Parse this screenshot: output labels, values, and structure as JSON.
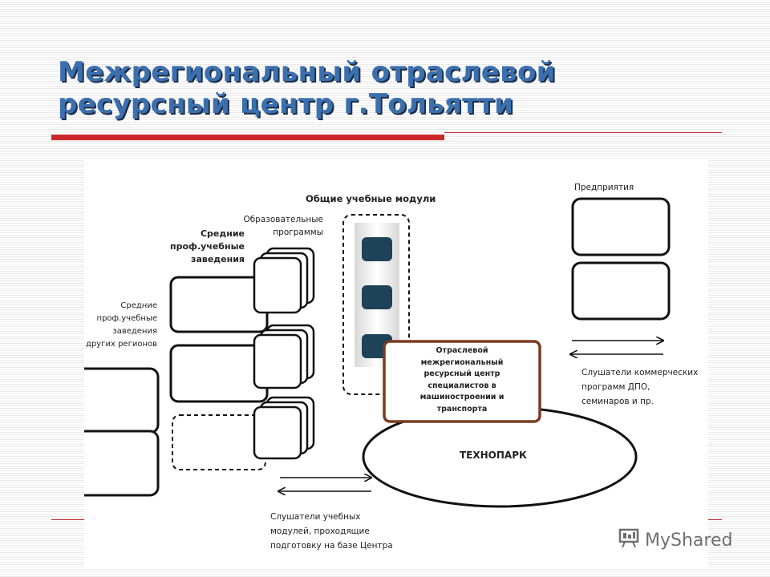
{
  "slide": {
    "title_line1": "Межрегиональный отраслевой",
    "title_line2": "ресурсный центр г.Тольятти"
  },
  "diagram": {
    "common_modules": "Общие учебные модули",
    "edu_programs_1": "Образовательные",
    "edu_programs_2": "программы",
    "spo_1": "Средние",
    "spo_2": "проф.учебные",
    "spo_3": "заведения",
    "spo_other_1": "Средние",
    "spo_other_2": "проф.учебные",
    "spo_other_3": "заведения",
    "spo_other_4": "других регионов",
    "enterprises": "Предприятия",
    "center_1": "Отраслевой",
    "center_2": "межрегиональный",
    "center_3": "ресурсный центр",
    "center_4": "специалистов в",
    "center_5": "машиностроении и",
    "center_6": "транспорта",
    "technopark": "ТЕХНОПАРК",
    "commercial_1": "Слушатели коммерческих",
    "commercial_2": "программ ДПО,",
    "commercial_3": "семинаров и пр.",
    "students_1": "Слушатели учебных",
    "students_2": "модулей, проходящие",
    "students_3": "подготовку на базе Центра"
  },
  "watermark": {
    "text": "MyShared",
    "icon": "presentation-board-icon"
  },
  "colors": {
    "title": "#3c6fae",
    "accent_red": "#cc2a2a",
    "center_border": "#7a3b22",
    "module_fill": "#1e4258"
  }
}
